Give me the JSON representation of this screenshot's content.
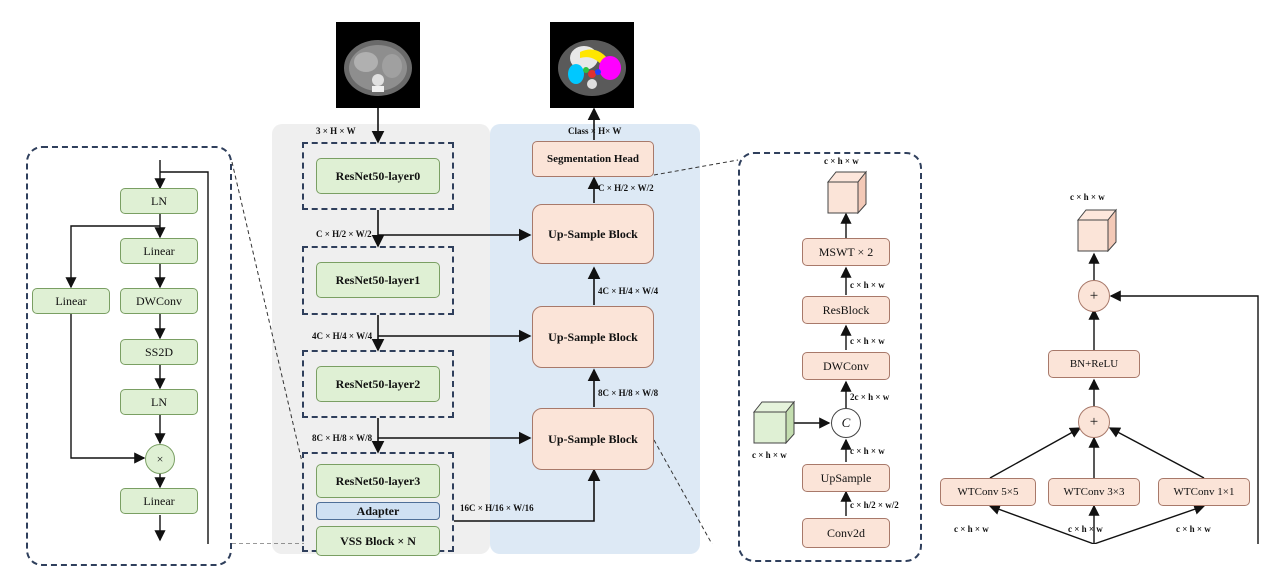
{
  "images": {
    "input_ct": "CT input slice",
    "output_seg": "Segmented output slice",
    "seg_colors": [
      "#e8e8e8",
      "#ffe600",
      "#ff00ff",
      "#00c8ff",
      "#e03030",
      "#2040ff",
      "#30c040"
    ]
  },
  "encoder": {
    "input_dim": "3 × H × W",
    "layer0": "ResNet50-layer0",
    "layer1": "ResNet50-layer1",
    "layer2": "ResNet50-layer2",
    "layer3": "ResNet50-layer3",
    "adapter": "Adapter",
    "vss": "VSS Block  × N",
    "dim0": "C × H/2 × W/2",
    "dim1": "4C × H/4 × W/4",
    "dim2": "8C × H/8 × W/8",
    "dim3": "16C × H/16 × W/16"
  },
  "decoder": {
    "seg_head": "Segmentation Head",
    "output_dim": "Class × H× W",
    "up1": "Up-Sample Block",
    "up2": "Up-Sample Block",
    "up3": "Up-Sample Block",
    "d1": "C × H/2 × W/2",
    "d2": "4C × H/4 × W/4",
    "d3": "8C × H/8 × W/8"
  },
  "vss_detail": {
    "ln1": "LN",
    "linear_top": "Linear",
    "linear_side": "Linear",
    "dwconv": "DWConv",
    "ss2d": "SS2D",
    "ln2": "LN",
    "mult": "×",
    "linear_bottom": "Linear"
  },
  "upsample_detail": {
    "out_dim": "c × h × w",
    "mswt": "MSWT × 2",
    "dim_a": "c × h × w",
    "resblock": "ResBlock",
    "dim_b": "c × h × w",
    "dwconv": "DWConv",
    "dim_c": "2c × h × w",
    "concat": "C",
    "skip_dim": "c × h × w",
    "dim_d": "c × h × w",
    "upsample": "UpSample",
    "dim_e": "c × h/2 × w/2",
    "conv2d": "Conv2d"
  },
  "mswt_detail": {
    "out_dim": "c × h × w",
    "plus_top": "+",
    "bnrelu": "BN+ReLU",
    "plus_mid": "+",
    "wt5": "WTConv 5×5",
    "wt3": "WTConv 3×3",
    "wt1": "WTConv 1×1",
    "dim5": "c × h × w",
    "dim3": "c × h × w",
    "dim1": "c × h × w"
  }
}
